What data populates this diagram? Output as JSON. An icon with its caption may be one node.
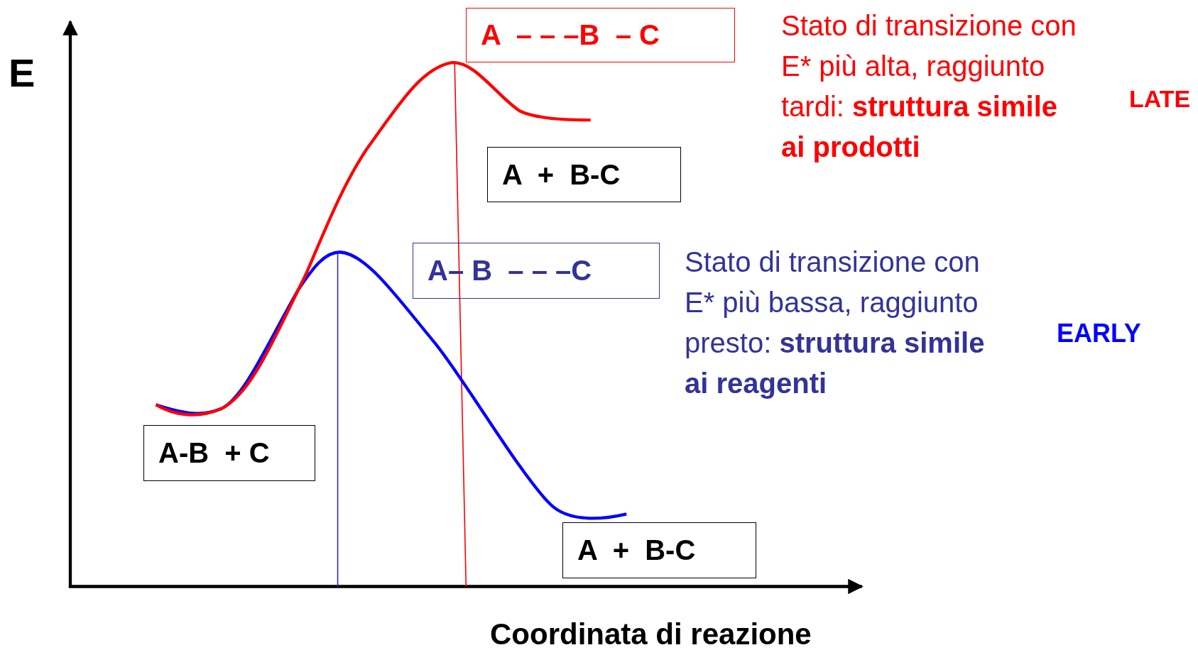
{
  "diagram": {
    "nodes": [
      {
        "text": [
          "A  – – –B  – C"
        ]
      },
      {
        "text": [
          "A  +  B-C"
        ]
      },
      {
        "text": [
          "A– B  – – –C"
        ]
      },
      {
        "text": [
          "A-B  + C"
        ]
      },
      {
        "text": [
          "A  +  B-C"
        ]
      }
    ],
    "labels": [
      "E",
      "Stato di transizione con E* più alta, raggiunto tardi: **struttura simile ai prodotti**",
      "LATE",
      "Stato di transizione con E* più bassa, raggiunto presto: **struttura simile ai reagenti**",
      "EARLY",
      "Coordinata di reazione"
    ]
  }
}
